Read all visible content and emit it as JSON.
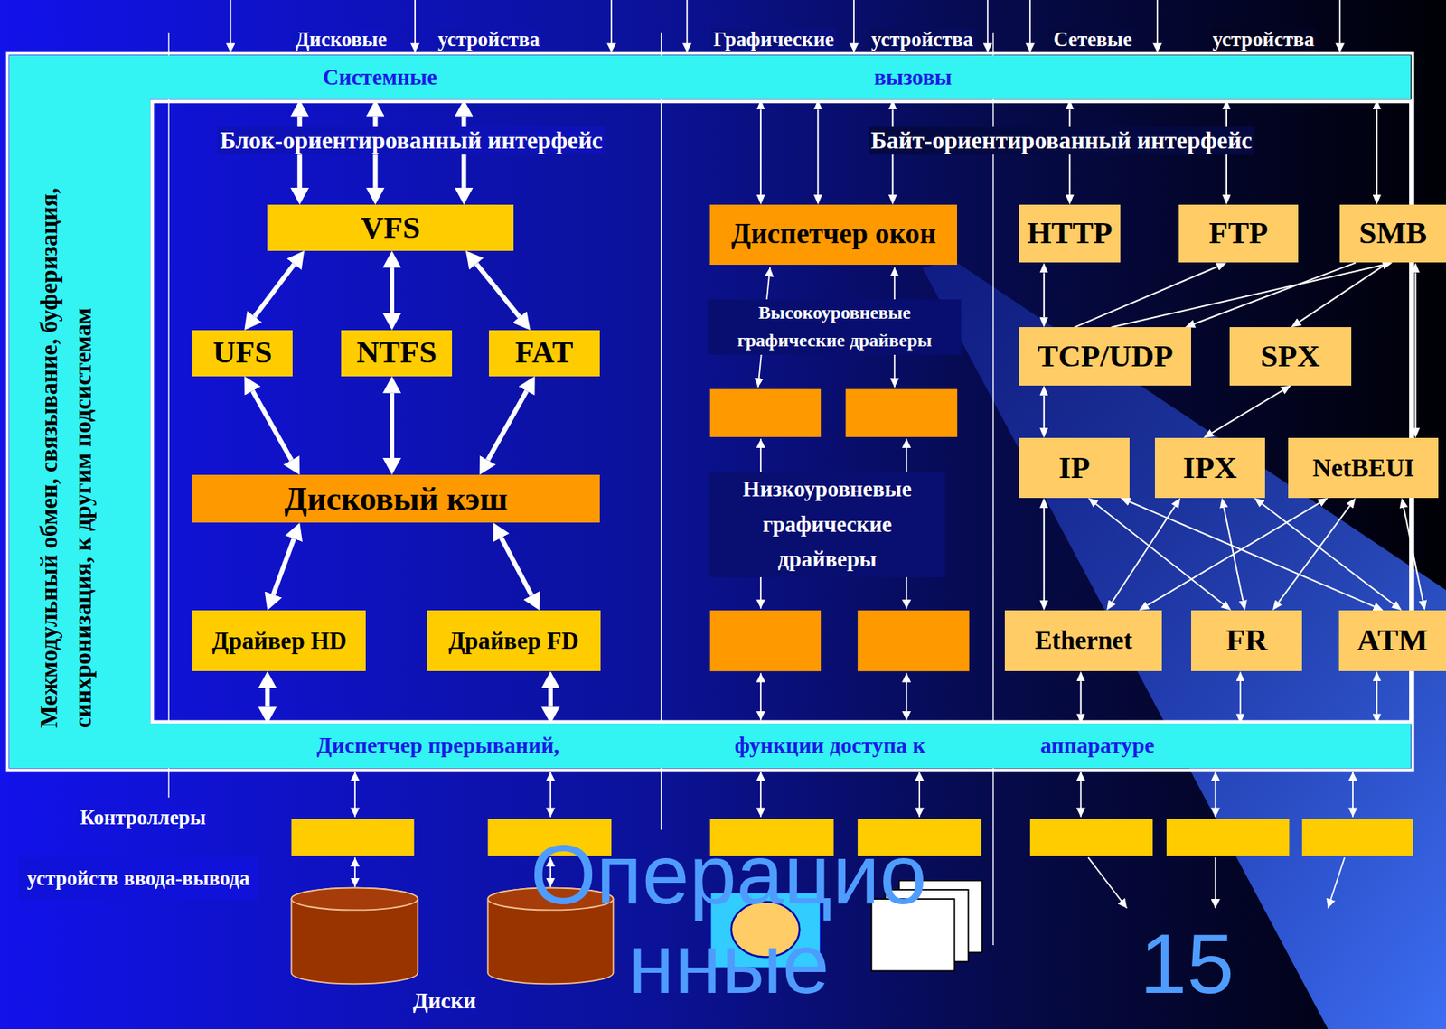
{
  "diagram": {
    "nodes": [
      {
        "text": [
          "Системные",
          "вызовы"
        ]
      },
      {
        "text": [
          "Межмодульный обмен, связывание, буферизация, синхронизация, к другим подсистемам"
        ]
      },
      {
        "text": [
          "VFS"
        ]
      },
      {
        "text": [
          "UFS"
        ]
      },
      {
        "text": [
          "NTFS"
        ]
      },
      {
        "text": [
          "FAT"
        ]
      },
      {
        "text": [
          "Дисковый кэш"
        ]
      },
      {
        "text": [
          "Драйвер HD"
        ]
      },
      {
        "text": [
          "Драйвер FD"
        ]
      },
      {
        "text": [
          "Диспетчер окон"
        ]
      },
      {
        "text": [
          "HTTP"
        ]
      },
      {
        "text": [
          "FTP"
        ]
      },
      {
        "text": [
          "SMB"
        ]
      },
      {
        "text": [
          "TCP/UDP"
        ]
      },
      {
        "text": [
          "SPX"
        ]
      },
      {
        "text": [
          "IP"
        ]
      },
      {
        "text": [
          "IPX"
        ]
      },
      {
        "text": [
          "NetBEUI"
        ]
      },
      {
        "text": [
          "Ethernet"
        ]
      },
      {
        "text": [
          "FR"
        ]
      },
      {
        "text": [
          "ATM"
        ]
      },
      {
        "text": [
          "Диспетчер прерываний,",
          "функции доступа к",
          "аппаратуре"
        ]
      }
    ],
    "edges": [
      {
        "from": 0,
        "to": 2,
        "arrow": "both"
      },
      {
        "from": 0,
        "to": 2,
        "arrow": "both"
      },
      {
        "from": 0,
        "to": 2,
        "arrow": "both"
      },
      {
        "from": 2,
        "to": 3,
        "arrow": "both"
      },
      {
        "from": 2,
        "to": 4,
        "arrow": "both"
      },
      {
        "from": 2,
        "to": 5,
        "arrow": "both"
      },
      {
        "from": 3,
        "to": 6,
        "arrow": "both"
      },
      {
        "from": 4,
        "to": 6,
        "arrow": "both"
      },
      {
        "from": 5,
        "to": 6,
        "arrow": "both"
      },
      {
        "from": 6,
        "to": 7,
        "arrow": "both"
      },
      {
        "from": 6,
        "to": 8,
        "arrow": "both"
      },
      {
        "from": 7,
        "to": 21,
        "arrow": "both"
      },
      {
        "from": 8,
        "to": 21,
        "arrow": "both"
      },
      {
        "from": 0,
        "to": 9,
        "arrow": "both"
      },
      {
        "from": 0,
        "to": 9,
        "arrow": "both"
      },
      {
        "from": 0,
        "to": 9,
        "arrow": "both"
      },
      {
        "from": 0,
        "to": 10,
        "arrow": "both"
      },
      {
        "from": 0,
        "to": 11,
        "arrow": "both"
      },
      {
        "from": 0,
        "to": 12,
        "arrow": "both"
      },
      {
        "from": 10,
        "to": 13,
        "arrow": "both"
      },
      {
        "from": 13,
        "to": 11,
        "arrow": "to"
      },
      {
        "from": 13,
        "to": 12,
        "arrow": "to"
      },
      {
        "from": 12,
        "to": 13,
        "arrow": "to"
      },
      {
        "from": 12,
        "to": 14,
        "arrow": "to"
      },
      {
        "from": 12,
        "to": 17,
        "arrow": "both"
      },
      {
        "from": 13,
        "to": 15,
        "arrow": "both"
      },
      {
        "from": 14,
        "to": 16,
        "arrow": "both"
      },
      {
        "from": 15,
        "to": 18,
        "arrow": "both"
      },
      {
        "from": 15,
        "to": 19,
        "arrow": "both"
      },
      {
        "from": 15,
        "to": 20,
        "arrow": "both"
      },
      {
        "from": 16,
        "to": 18,
        "arrow": "both"
      },
      {
        "from": 16,
        "to": 19,
        "arrow": "both"
      },
      {
        "from": 16,
        "to": 20,
        "arrow": "both"
      },
      {
        "from": 17,
        "to": 18,
        "arrow": "both"
      },
      {
        "from": 17,
        "to": 19,
        "arrow": "both"
      },
      {
        "from": 17,
        "to": 20,
        "arrow": "both"
      },
      {
        "from": 18,
        "to": 21,
        "arrow": "both"
      },
      {
        "from": 19,
        "to": 21,
        "arrow": "both"
      },
      {
        "from": 20,
        "to": 21,
        "arrow": "both"
      }
    ],
    "labels": [
      "Дисковые",
      "устройства",
      "Графические",
      "устройства",
      "Сетевые",
      "устройства",
      "Блок-ориентированный интерфейс",
      "Байт-ориентированный интерфейс",
      "Высокоуровневые графические драйверы",
      "Низкоуровневые графические драйверы",
      "Контроллеры",
      "устройств ввода-вывода",
      "Диски",
      "Операцио нные",
      "15"
    ]
  }
}
